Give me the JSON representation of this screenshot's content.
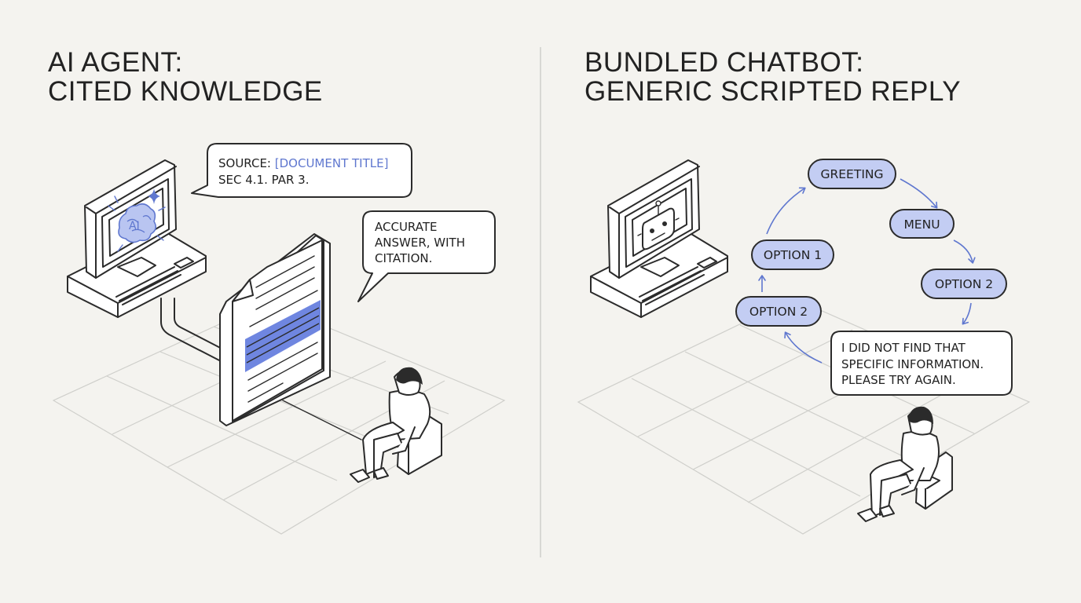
{
  "colors": {
    "background": "#f4f3ef",
    "accent_blue": "#5f77cf",
    "pill_fill": "#c3cdf3",
    "line": "#2b2b2b"
  },
  "left_panel": {
    "title_line1": "AI AGENT:",
    "title_line2": "CITED KNOWLEDGE",
    "source_bubble": {
      "label": "SOURCE: ",
      "doc": "[DOCUMENT TITLE]",
      "ref": "SEC 4.1. PAR 3."
    },
    "answer_bubble": [
      "ACCURATE",
      "ANSWER, WITH",
      "CITATION."
    ],
    "monitor_label": "AI",
    "icons": [
      "computer-icon",
      "brain-icon",
      "sparkle-icon",
      "document-icon",
      "person-icon",
      "chair-icon"
    ]
  },
  "right_panel": {
    "title_line1": "BUNDLED CHATBOT:",
    "title_line2": "GENERIC SCRIPTED REPLY",
    "flow_nodes": {
      "greeting": "GREETING",
      "menu": "MENU",
      "option2_right": "OPTION 2",
      "option1": "OPTION 1",
      "option2_left": "OPTION 2"
    },
    "reply_bubble": [
      "I DID NOT FIND THAT",
      "SPECIFIC INFORMATION.",
      "PLEASE TRY AGAIN."
    ],
    "icons": [
      "computer-icon",
      "robot-icon",
      "person-icon",
      "chair-icon"
    ]
  }
}
